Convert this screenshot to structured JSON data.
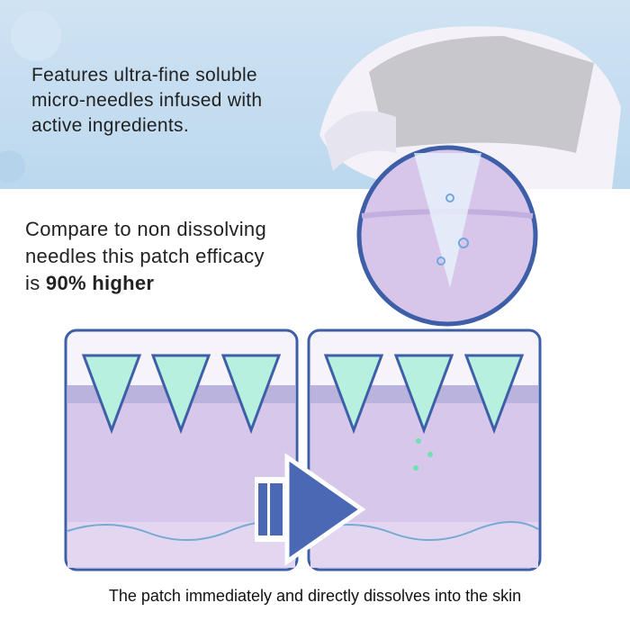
{
  "headline": {
    "line1": "Features ultra-fine soluble",
    "line2": "micro-needles infused with",
    "line3": "active ingredients."
  },
  "compare": {
    "line1": "Compare to non dissolving",
    "line2": "needles this patch efficacy",
    "prefix": "is ",
    "highlight": "90% higher"
  },
  "caption": "The patch immediately and directly dissolves into the skin",
  "colors": {
    "outline": "#3e5fa8",
    "needle": "#b8f0df",
    "skin": "#d5c6ea",
    "sky": "#c5def1"
  }
}
